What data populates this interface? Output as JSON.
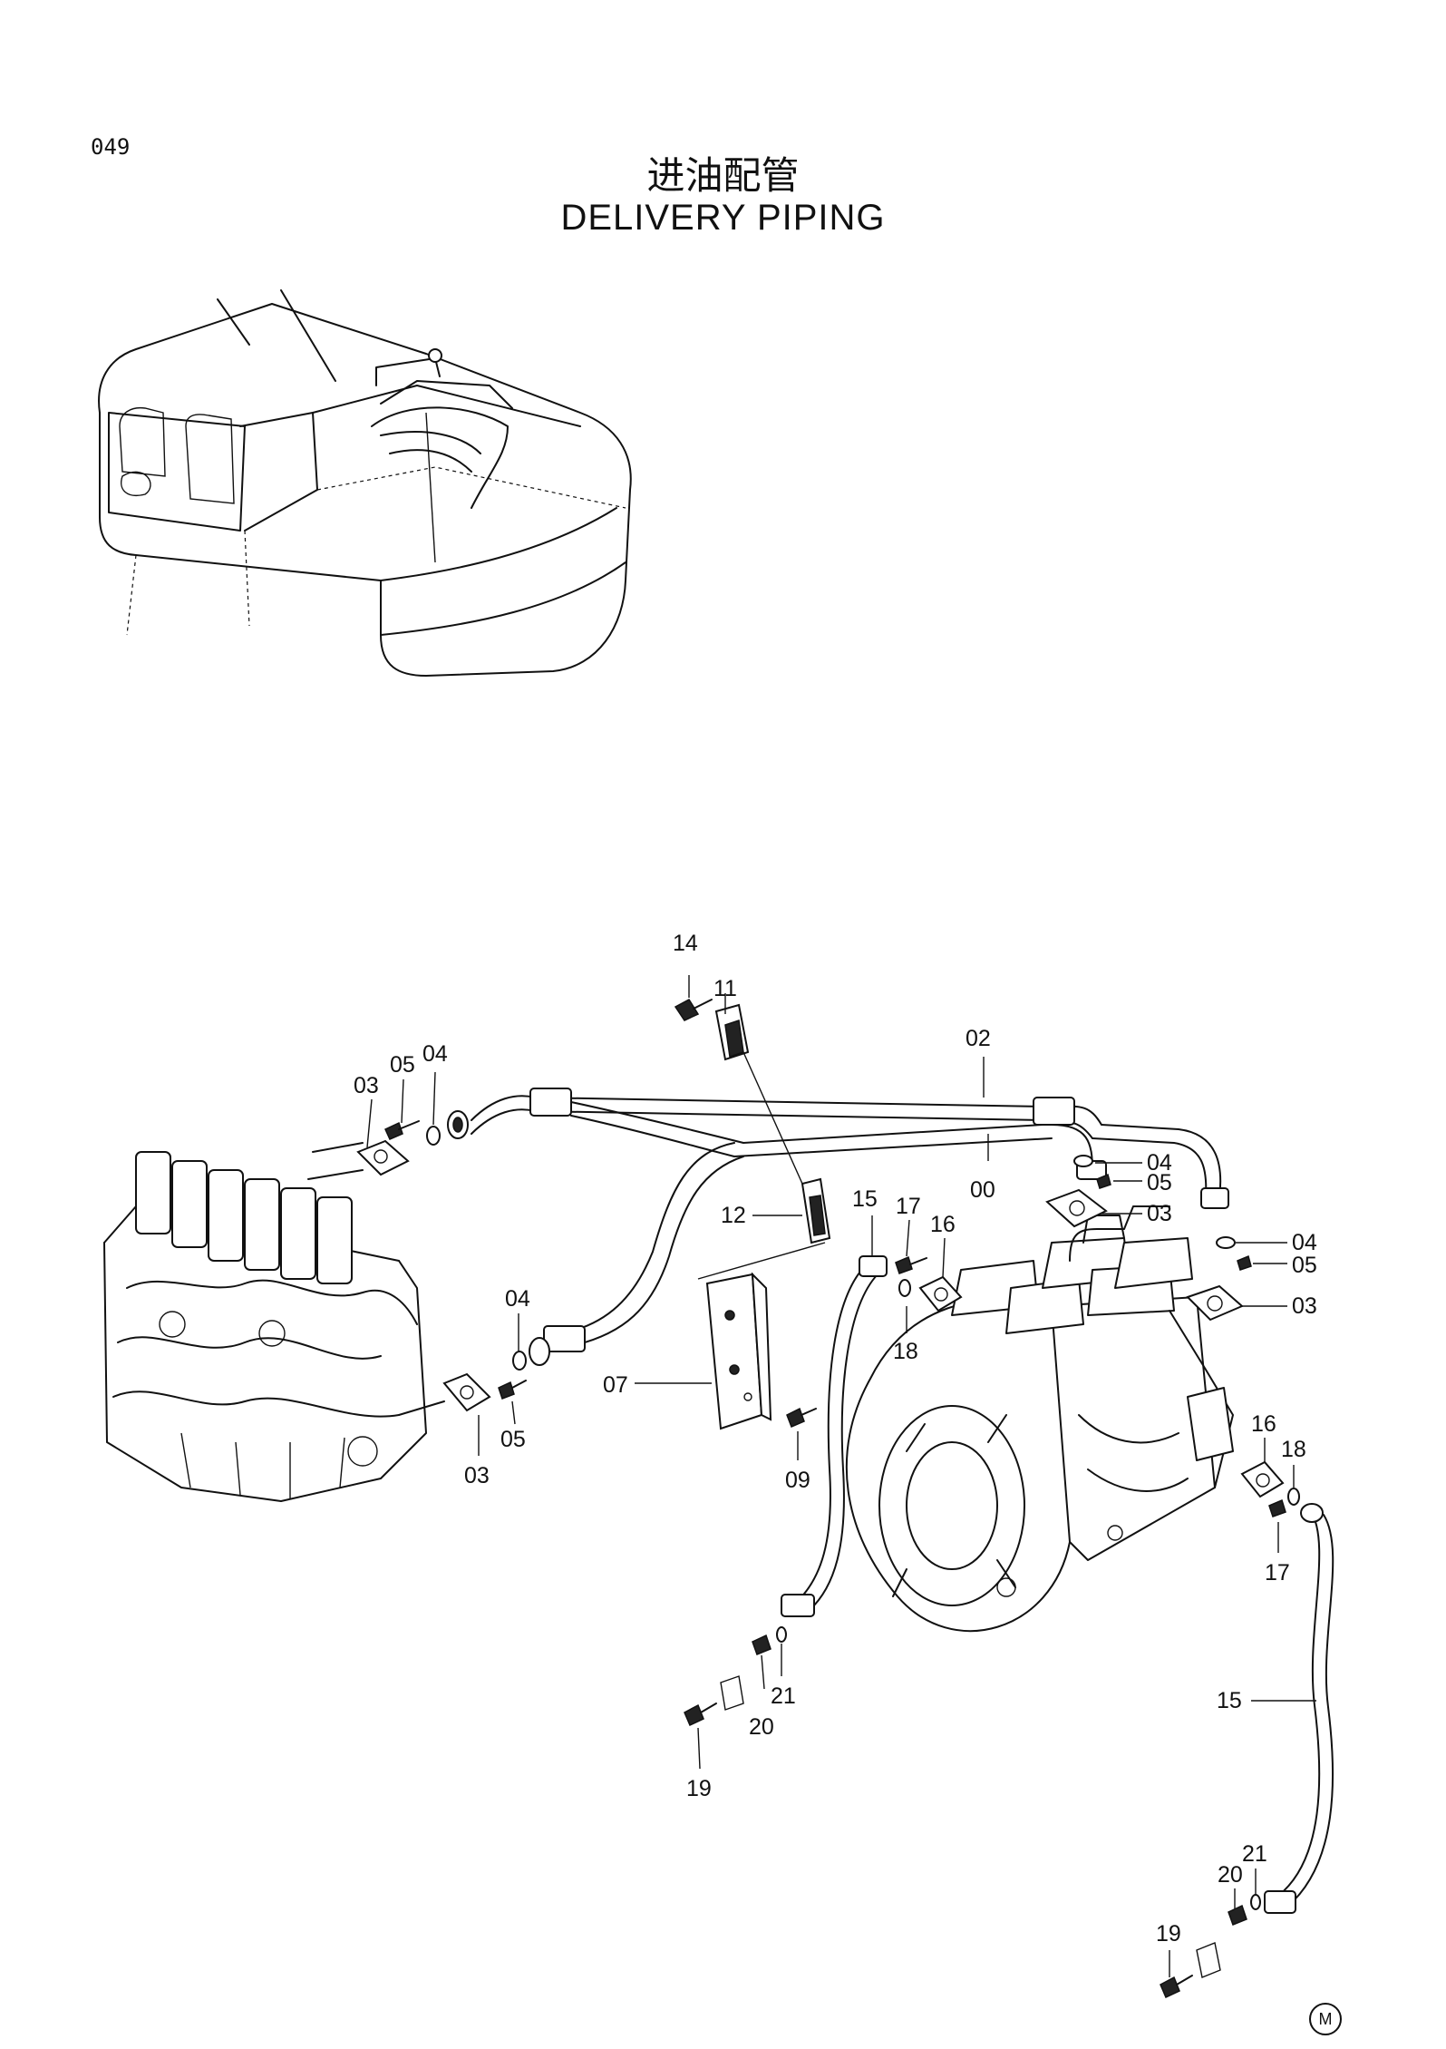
{
  "page_number": "049",
  "title_cn": "进油配管",
  "title_en": "DELIVERY PIPING",
  "callouts": [
    {
      "id": "c14",
      "text": "14"
    },
    {
      "id": "c11",
      "text": "11"
    },
    {
      "id": "c02",
      "text": "02"
    },
    {
      "id": "c00",
      "text": "00"
    },
    {
      "id": "c05a",
      "text": "05"
    },
    {
      "id": "c04a",
      "text": "04"
    },
    {
      "id": "c03a",
      "text": "03"
    },
    {
      "id": "c04b",
      "text": "04"
    },
    {
      "id": "c05b",
      "text": "05"
    },
    {
      "id": "c03b",
      "text": "03"
    },
    {
      "id": "c04c",
      "text": "04"
    },
    {
      "id": "c05c",
      "text": "05"
    },
    {
      "id": "c03c",
      "text": "03"
    },
    {
      "id": "c12",
      "text": "12"
    },
    {
      "id": "c15a",
      "text": "15"
    },
    {
      "id": "c17a",
      "text": "17"
    },
    {
      "id": "c16a",
      "text": "16"
    },
    {
      "id": "c18a",
      "text": "18"
    },
    {
      "id": "c04d",
      "text": "04"
    },
    {
      "id": "c07",
      "text": "07"
    },
    {
      "id": "c03d",
      "text": "03"
    },
    {
      "id": "c05d",
      "text": "05"
    },
    {
      "id": "c09",
      "text": "09"
    },
    {
      "id": "c16b",
      "text": "16"
    },
    {
      "id": "c18b",
      "text": "18"
    },
    {
      "id": "c17b",
      "text": "17"
    },
    {
      "id": "c21a",
      "text": "21"
    },
    {
      "id": "c20a",
      "text": "20"
    },
    {
      "id": "c19a",
      "text": "19"
    },
    {
      "id": "c15b",
      "text": "15"
    },
    {
      "id": "c21b",
      "text": "21"
    },
    {
      "id": "c20b",
      "text": "20"
    },
    {
      "id": "c19b",
      "text": "19"
    }
  ],
  "corner_mark": "M"
}
